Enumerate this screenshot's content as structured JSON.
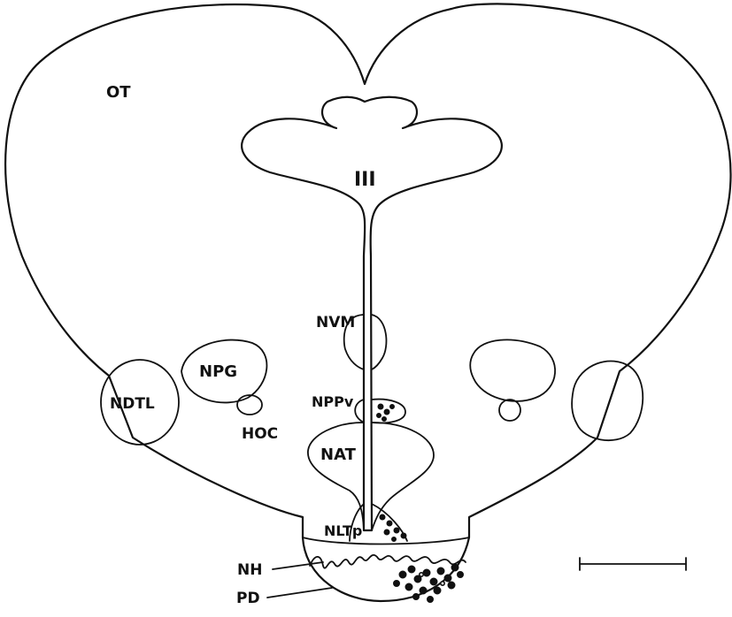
{
  "labels": {
    "ot": "OT",
    "iii": "III",
    "nvm": "NVM",
    "npg": "NPG",
    "ndtl": "NDTL",
    "hoc": "HOC",
    "nppv": "NPPv",
    "nat": "NAT",
    "nltp": "NLTp",
    "nh": "NH",
    "pd": "PD"
  },
  "colors": {
    "ink": "#111111",
    "paper": "#ffffff"
  }
}
